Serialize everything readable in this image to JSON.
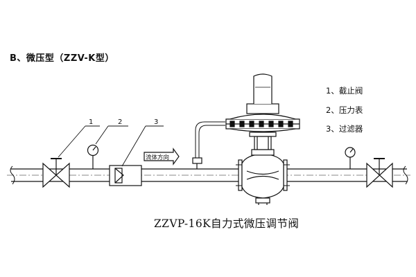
{
  "section_title": "B、微压型（ZZV-K型）",
  "legend": [
    {
      "number": "1",
      "label": "1、截止阀"
    },
    {
      "number": "2",
      "label": "2、压力表"
    },
    {
      "number": "3",
      "label": "3、过滤器"
    }
  ],
  "flow_label": "流体方向",
  "caption": "ZZVP-16K自力式微压调节阀",
  "colors": {
    "line": "#111111",
    "background": "#ffffff"
  }
}
